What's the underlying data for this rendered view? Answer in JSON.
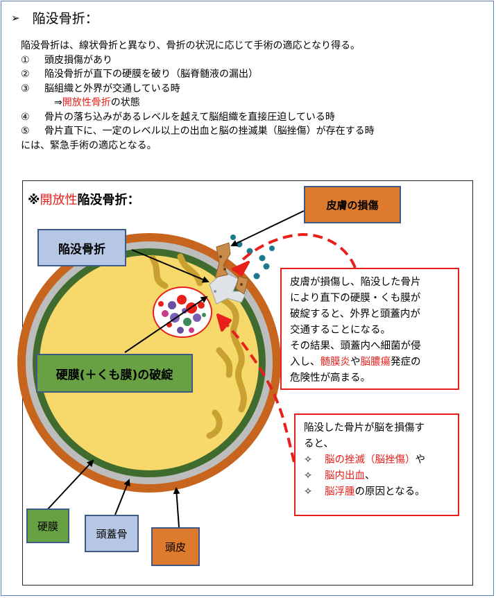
{
  "heading": {
    "bullet": "➢",
    "text": "陥没骨折："
  },
  "intro": {
    "lines": [
      "陥没骨折は、線状骨折と異なり、骨折の状況に応じて手術の適応となり得る。",
      "頭皮損傷があり",
      "陥没骨折が直下の硬膜を破り（脳脊髄液の漏出）",
      "脳組織と外界が交通している時",
      "骨片の落ち込みがあるレベルを越えて脳組織を直接圧迫している時",
      "骨片直下に、一定のレベル以上の出血と脳の挫滅巣（脳挫傷）が存在する時",
      "には、緊急手術の適応となる。"
    ],
    "nums": [
      "①",
      "②",
      "③",
      "④",
      "⑤"
    ],
    "arrow_prefix": "⇒",
    "open_fracture_red": "開放性骨折",
    "open_fracture_rest": "の状態"
  },
  "diagram": {
    "title_mark": "※",
    "title_red": "開放性",
    "title_black": "陥没骨折：",
    "labels": {
      "depressed_fracture": "陥没骨折",
      "skin_injury": "皮膚の損傷",
      "dura_rupture": "硬膜(＋くも膜)の破綻",
      "dura": "硬膜",
      "skull": "頭蓋骨",
      "scalp": "頭皮"
    },
    "callout1": {
      "line1": "皮膚が損傷し、陥没した骨片",
      "line2": "により直下の硬膜・くも膜が",
      "line3": "破綻すると、外界と頭蓋内が",
      "line4": "交通することになる。",
      "line5": "その結果、頭蓋内へ細菌が侵",
      "line6_pre": "入し、",
      "line6_red1": "髄膜炎",
      "line6_mid": "や",
      "line6_red2": "脳膿瘍",
      "line6_post": "発症の",
      "line7": "危険性が高まる。"
    },
    "callout2": {
      "line1": "陥没した骨片が脳を損傷す",
      "line2": "ると、",
      "bullet": "✧",
      "item1_red": "脳の挫滅（脳挫傷）",
      "item1_post": "や",
      "item2_red": "脳内出血",
      "item2_post": "、",
      "item3_red": "脳浮腫",
      "item3_post": "の原因となる。"
    }
  },
  "colors": {
    "scalp": "#c7651e",
    "skull": "#bdbdbd",
    "dura": "#3f6b2e",
    "brain": "#f7d86a",
    "gyri": "#c9a130",
    "label_blue": "#b6c7e6",
    "label_orange": "#dd7a2e",
    "label_green": "#67a144",
    "red": "#e8201c",
    "teal": "#1d7a8c"
  }
}
